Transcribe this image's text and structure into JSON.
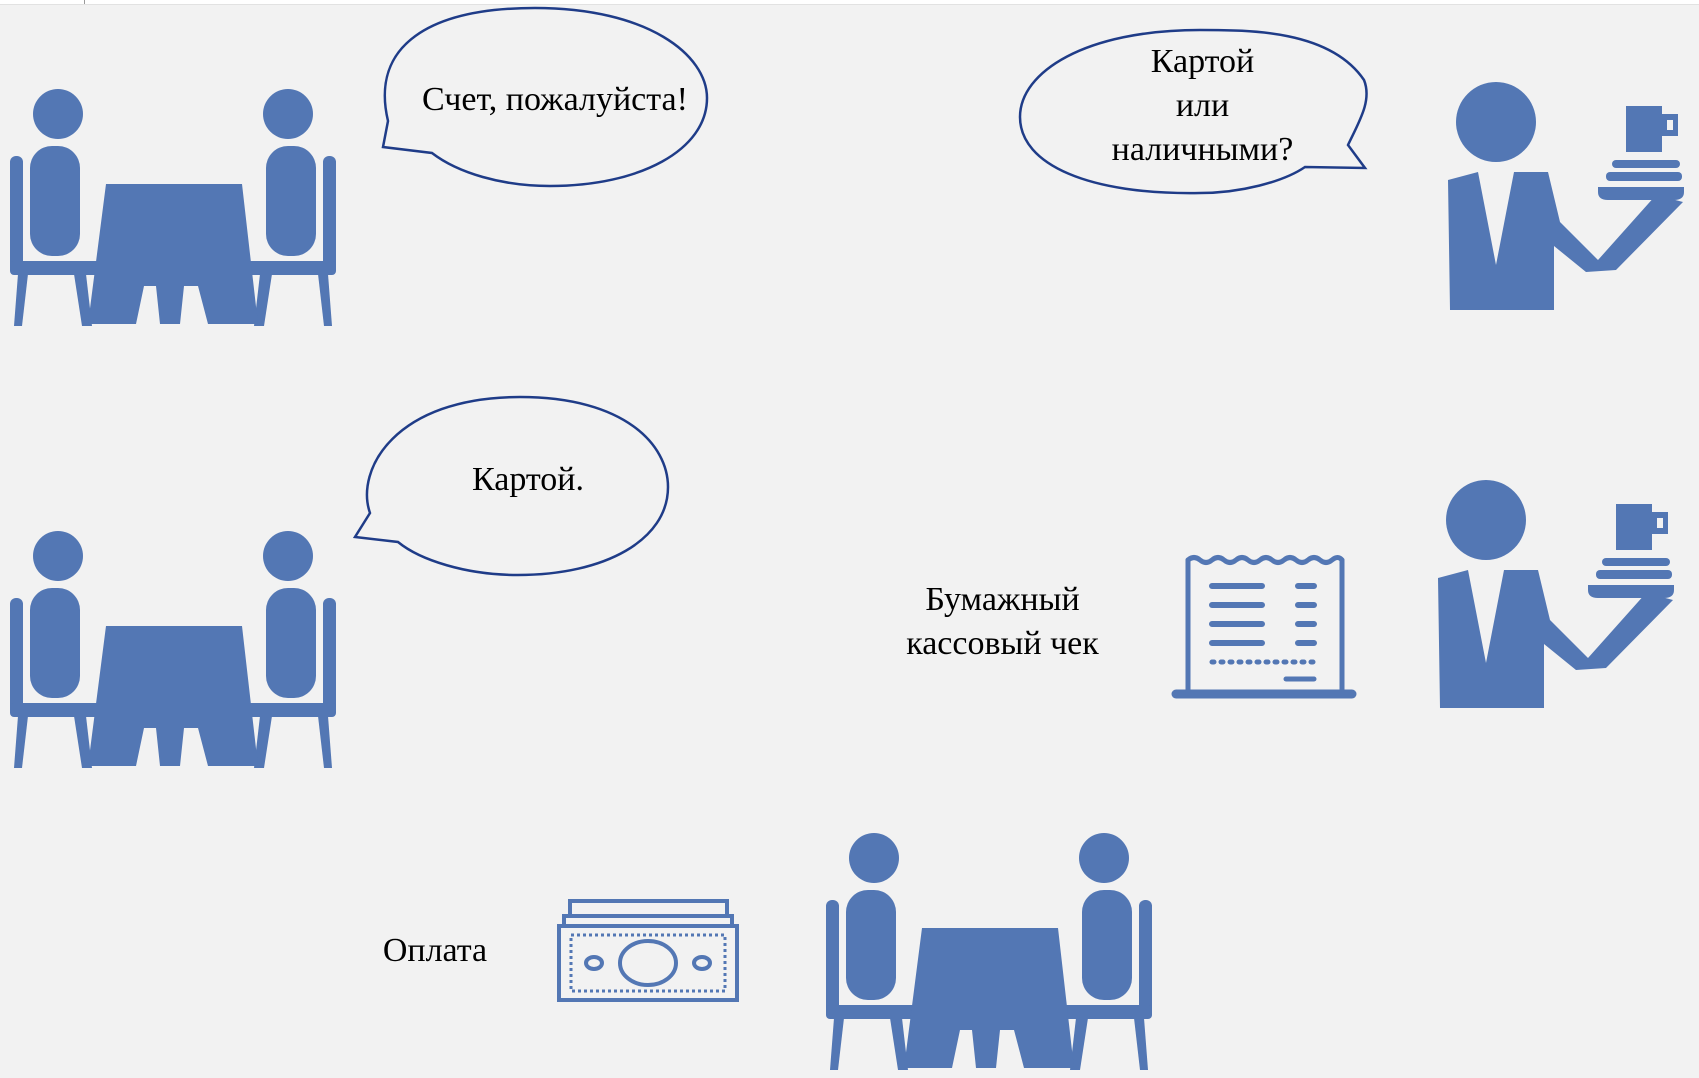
{
  "colors": {
    "background": "#f2f2f2",
    "icon_fill": "#5377b4",
    "bubble_stroke": "#1f3c88",
    "bubble_fill": "#f2f2f2",
    "text": "#000000"
  },
  "scene": {
    "guest_request": {
      "icon": "diners-at-table-icon",
      "bubble_text": "Счет, пожалуйста!"
    },
    "waiter_question": {
      "icon": "waiter-icon",
      "bubble_lines": [
        "Картой",
        "или",
        "наличными?"
      ]
    },
    "guest_answer": {
      "icon": "diners-at-table-icon",
      "bubble_text": "Картой."
    },
    "receipt": {
      "icon": "receipt-icon",
      "label_lines": [
        "Бумажный",
        "кассовый чек"
      ]
    },
    "waiter_with_receipt": {
      "icon": "waiter-icon"
    },
    "payment": {
      "icon": "banknote-icon",
      "label": "Оплата"
    },
    "guest_paying": {
      "icon": "diners-at-table-icon"
    }
  }
}
